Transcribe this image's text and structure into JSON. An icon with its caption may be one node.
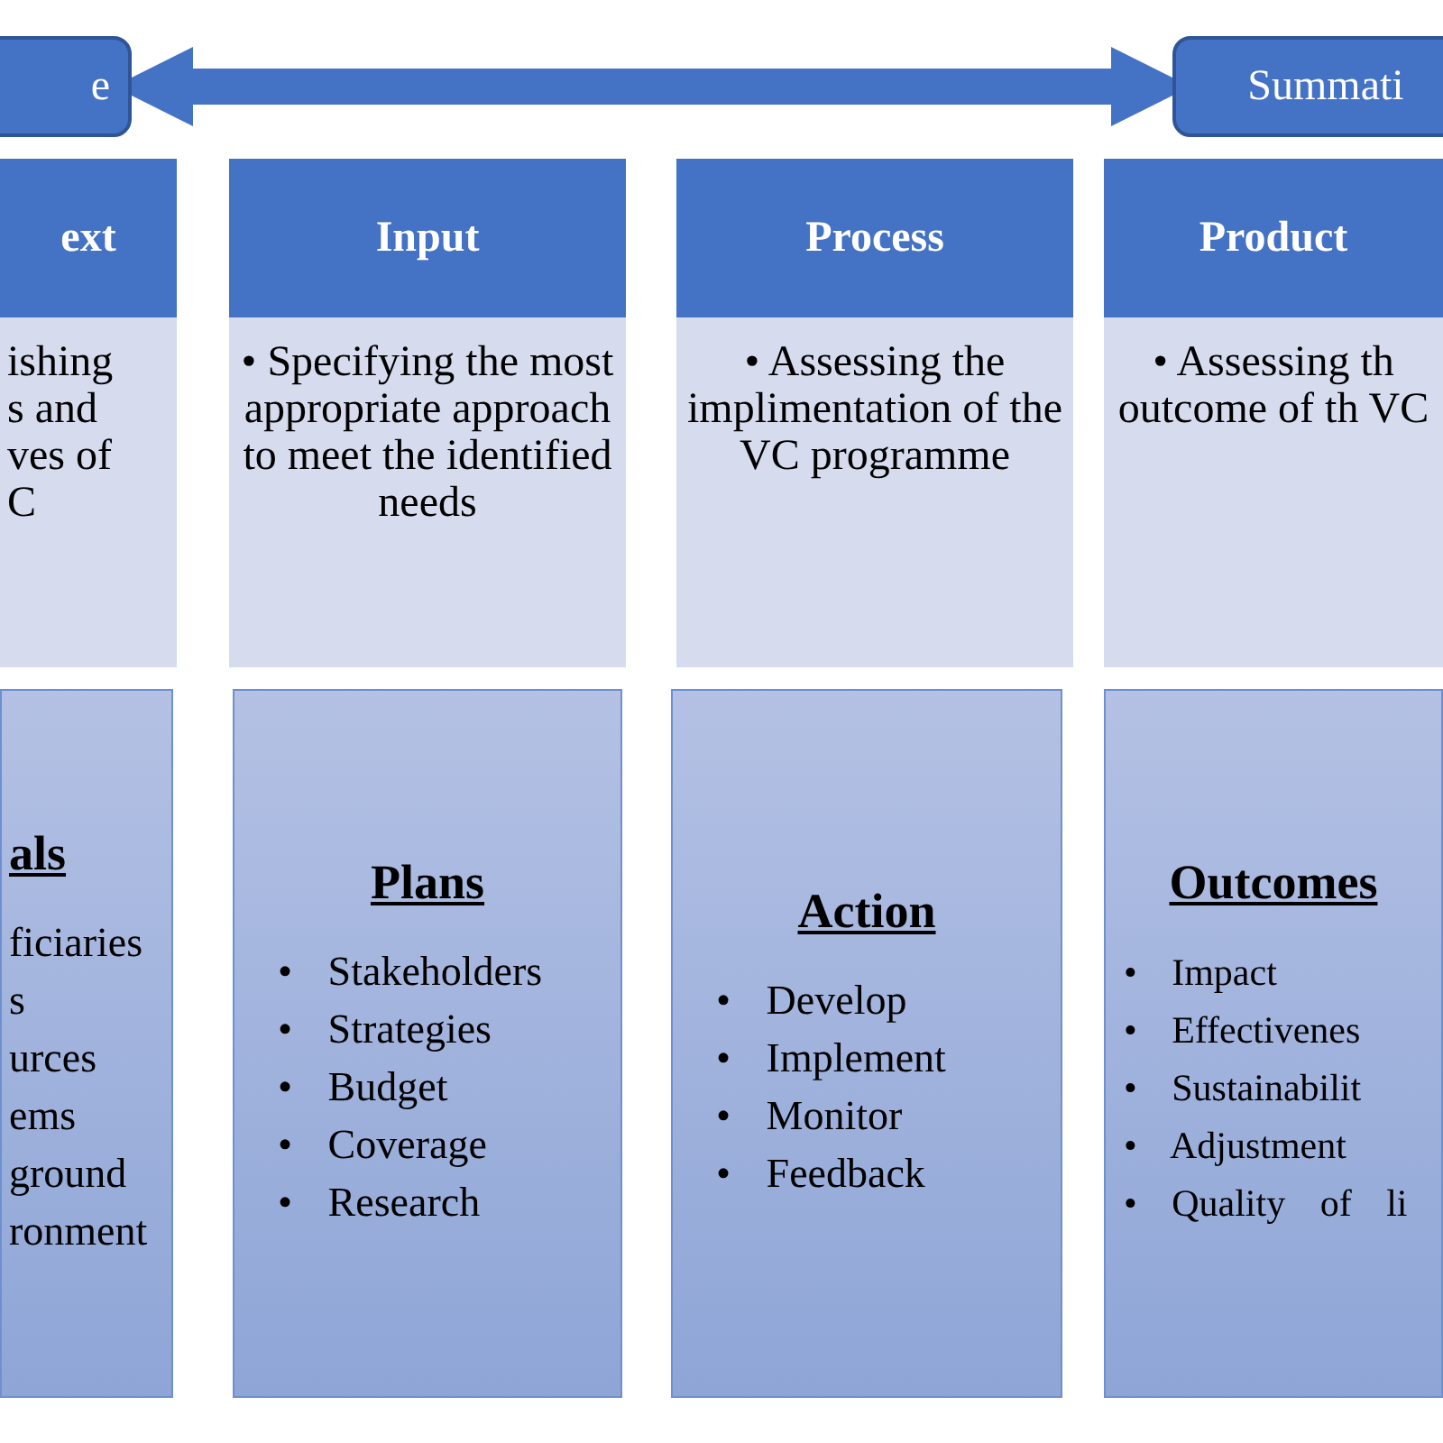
{
  "diagram": {
    "nodes": [
      {
        "text": [
          "e"
        ]
      },
      {
        "text": [
          "Summati"
        ]
      },
      {
        "text": [
          "ext"
        ]
      },
      {
        "text": [
          "ishing s and ves of C"
        ]
      },
      {
        "text": [
          "als",
          "ficiaries",
          "s",
          "urces",
          "ems",
          "ground",
          "ronment"
        ]
      },
      {
        "text": [
          "Input"
        ]
      },
      {
        "text": [
          "• Specifying the most appropriate approach to meet the identified needs"
        ]
      },
      {
        "text": [
          "Plans",
          "• Stakeholders",
          "• Strategies",
          "• Budget",
          "• Coverage",
          "• Research"
        ]
      },
      {
        "text": [
          "Process"
        ]
      },
      {
        "text": [
          "• Assessing the implimentation of the VC programme"
        ]
      },
      {
        "text": [
          "Action",
          "• Develop",
          "• Implement",
          "• Monitor",
          "• Feedback"
        ]
      },
      {
        "text": [
          "Product"
        ]
      },
      {
        "text": [
          "• Assessing th outcome of th VC"
        ]
      },
      {
        "text": [
          "Outcomes",
          "• Impact",
          "• Effectivenes",
          "• Sustainabilit",
          "• Adjustment",
          "• Quality of li"
        ]
      }
    ],
    "edges": [
      {
        "from": 0,
        "to": 1,
        "arrow": "both"
      }
    ]
  }
}
